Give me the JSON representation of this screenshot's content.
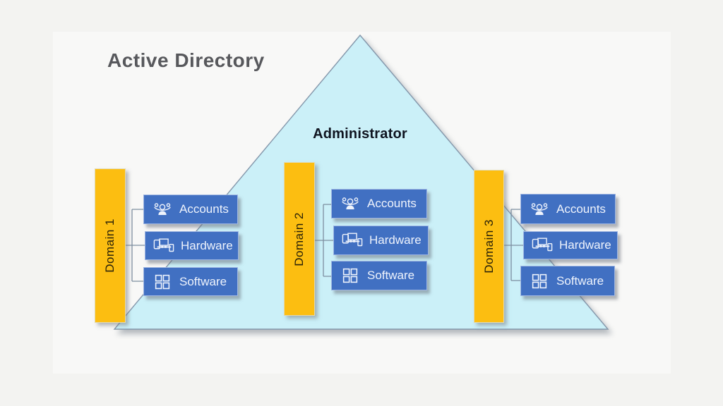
{
  "title": "Active Directory",
  "pyramid": {
    "label": "Administrator",
    "fill": "#cbf0f8",
    "border": "#8497ab"
  },
  "colors": {
    "background": "#f3f3f1",
    "panel": "#f8f8f7",
    "bar_fill": "#fcbe11",
    "bar_text": "#2a2208",
    "box_fill": "#4170c2",
    "box_border": "#9fb6e2",
    "box_text": "#eef3fc",
    "connector": "#7d8ea0",
    "title_text": "#57585c",
    "admin_text": "#0f1420"
  },
  "domains": [
    {
      "label": "Domain 1",
      "items": [
        {
          "label": "Accounts",
          "icon": "accounts-icon"
        },
        {
          "label": "Hardware",
          "icon": "hardware-icon"
        },
        {
          "label": "Software",
          "icon": "software-icon"
        }
      ]
    },
    {
      "label": "Domain 2",
      "items": [
        {
          "label": "Accounts",
          "icon": "accounts-icon"
        },
        {
          "label": "Hardware",
          "icon": "hardware-icon"
        },
        {
          "label": "Software",
          "icon": "software-icon"
        }
      ]
    },
    {
      "label": "Domain 3",
      "items": [
        {
          "label": "Accounts",
          "icon": "accounts-icon"
        },
        {
          "label": "Hardware",
          "icon": "hardware-icon"
        },
        {
          "label": "Software",
          "icon": "software-icon"
        }
      ]
    }
  ]
}
